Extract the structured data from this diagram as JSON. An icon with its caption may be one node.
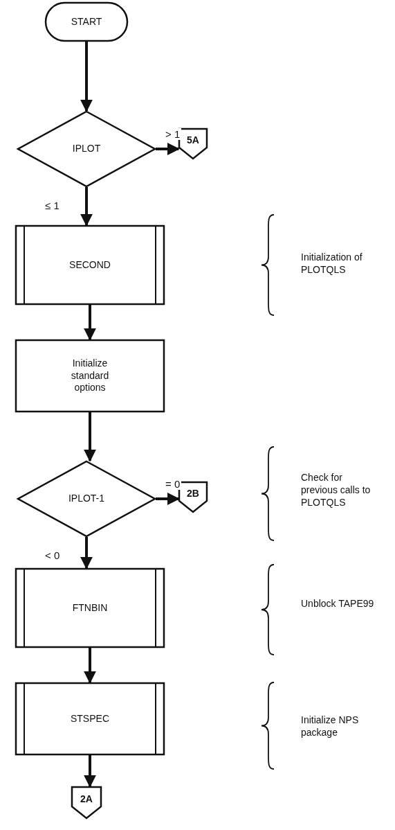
{
  "diagram": {
    "nodes": [
      {
        "text": [
          "START"
        ]
      },
      {
        "text": [
          "IPLOT"
        ]
      },
      {
        "text": [
          "5A"
        ]
      },
      {
        "text": [
          "SECOND"
        ]
      },
      {
        "text": [
          "Initialize standard options"
        ]
      },
      {
        "text": [
          "IPLOT-1"
        ]
      },
      {
        "text": [
          "2B"
        ]
      },
      {
        "text": [
          "FTNBIN"
        ]
      },
      {
        "text": [
          "STSPEC"
        ]
      },
      {
        "text": [
          "2A"
        ]
      }
    ],
    "edges": [
      {
        "from": 0,
        "to": 1,
        "arrow": "to"
      },
      {
        "from": 1,
        "to": 2,
        "arrow": "to",
        "label": "> 1"
      },
      {
        "from": 1,
        "to": 3,
        "arrow": "to",
        "label": "≤ 1"
      },
      {
        "from": 3,
        "to": 4,
        "arrow": "to"
      },
      {
        "from": 4,
        "to": 5,
        "arrow": "to"
      },
      {
        "from": 5,
        "to": 6,
        "arrow": "to",
        "label": "= 0"
      },
      {
        "from": 5,
        "to": 7,
        "arrow": "to",
        "label": "< 0"
      },
      {
        "from": 7,
        "to": 8,
        "arrow": "to"
      },
      {
        "from": 8,
        "to": 9,
        "arrow": "to"
      }
    ],
    "labels": [
      "Initialization of PLOTQLS",
      "Check for previous calls to PLOTQLS",
      "Unblock TAPE99",
      "Initialize NPS package"
    ]
  }
}
